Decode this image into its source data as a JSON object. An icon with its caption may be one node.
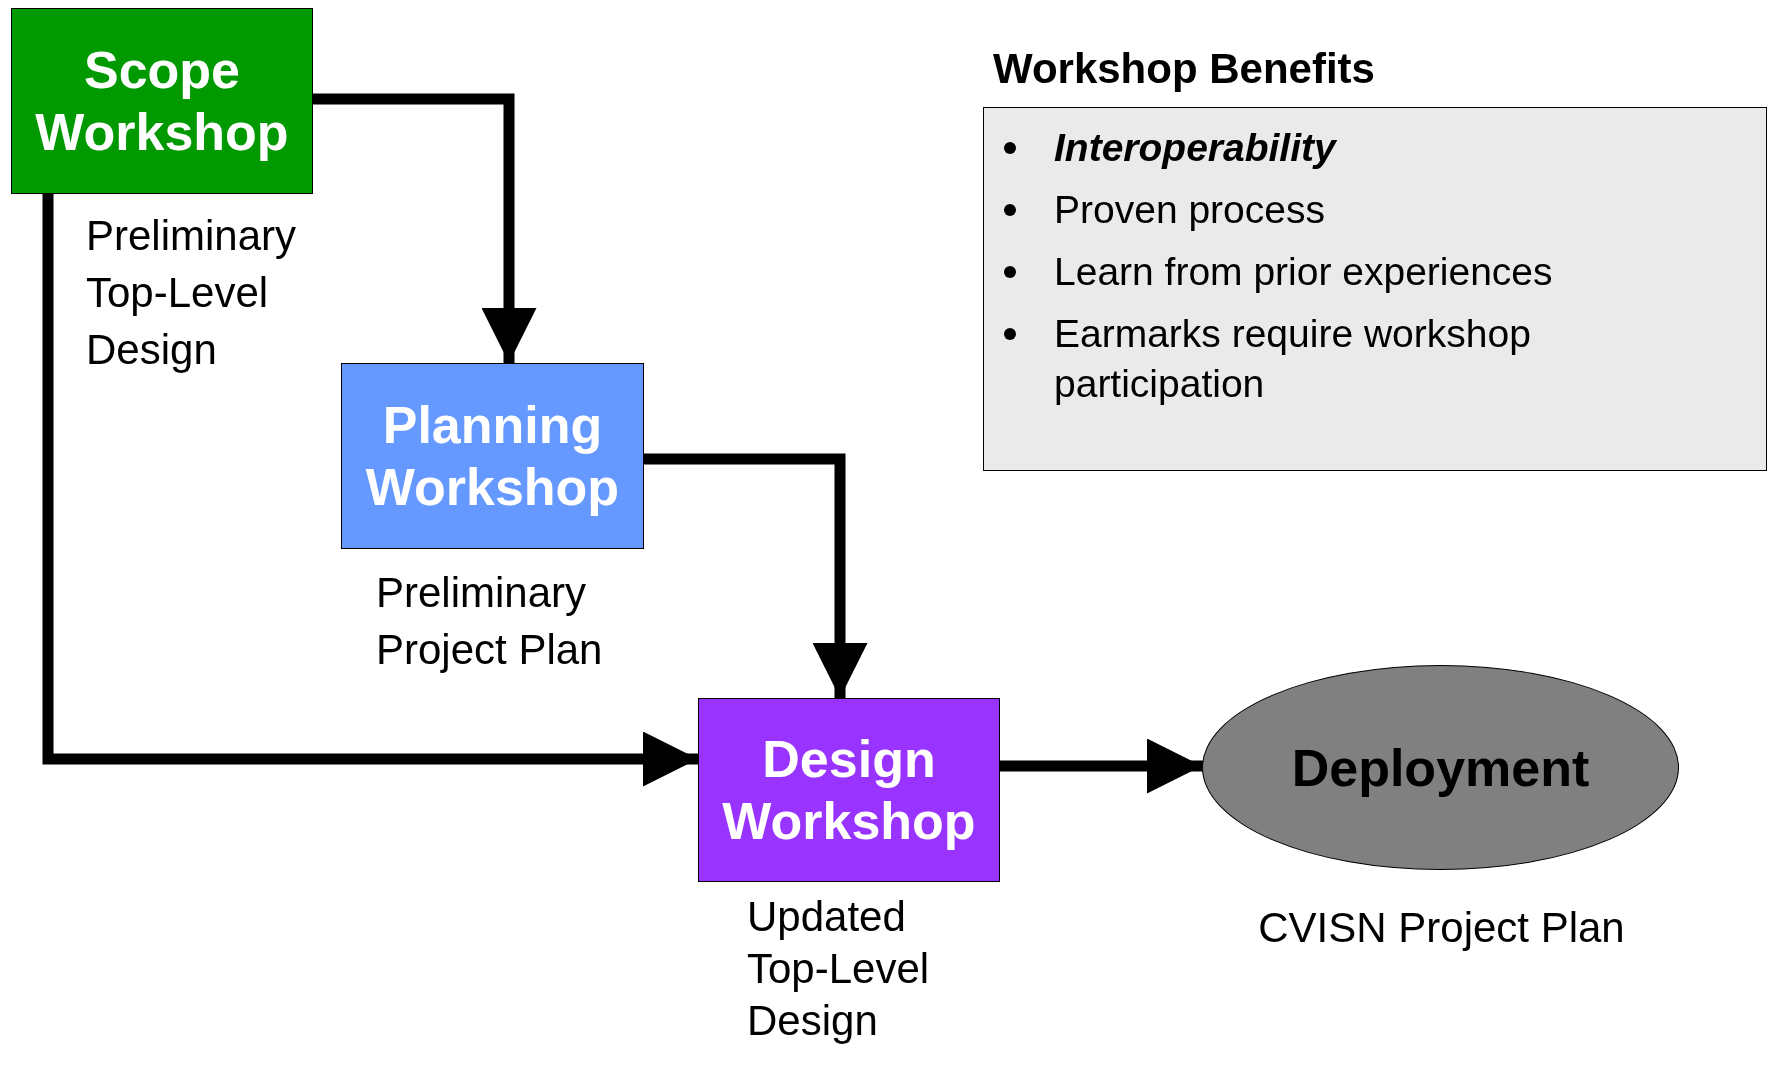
{
  "diagram": {
    "nodes": [
      {
        "text": [
          "Scope Workshop"
        ],
        "beside": [
          "Preliminary Top-Level Design"
        ]
      },
      {
        "text": [
          "Planning Workshop"
        ],
        "beside": [
          "Preliminary Project Plan"
        ]
      },
      {
        "text": [
          "Design Workshop"
        ],
        "beside": [
          "Updated Top-Level Design"
        ]
      },
      {
        "text": [
          "Deployment"
        ],
        "beside": [
          "CVISN Project Plan"
        ]
      },
      {
        "text": [
          "Workshop Benefits",
          "Interoperability",
          "Proven process",
          "Learn from prior experiences",
          "Earmarks require workshop participation"
        ]
      }
    ],
    "edges": [
      {
        "from": 0,
        "to": 1,
        "arrow": "to"
      },
      {
        "from": 1,
        "to": 2,
        "arrow": "to"
      },
      {
        "from": 0,
        "to": 2,
        "arrow": "to"
      },
      {
        "from": 2,
        "to": 3,
        "arrow": "to"
      }
    ]
  }
}
